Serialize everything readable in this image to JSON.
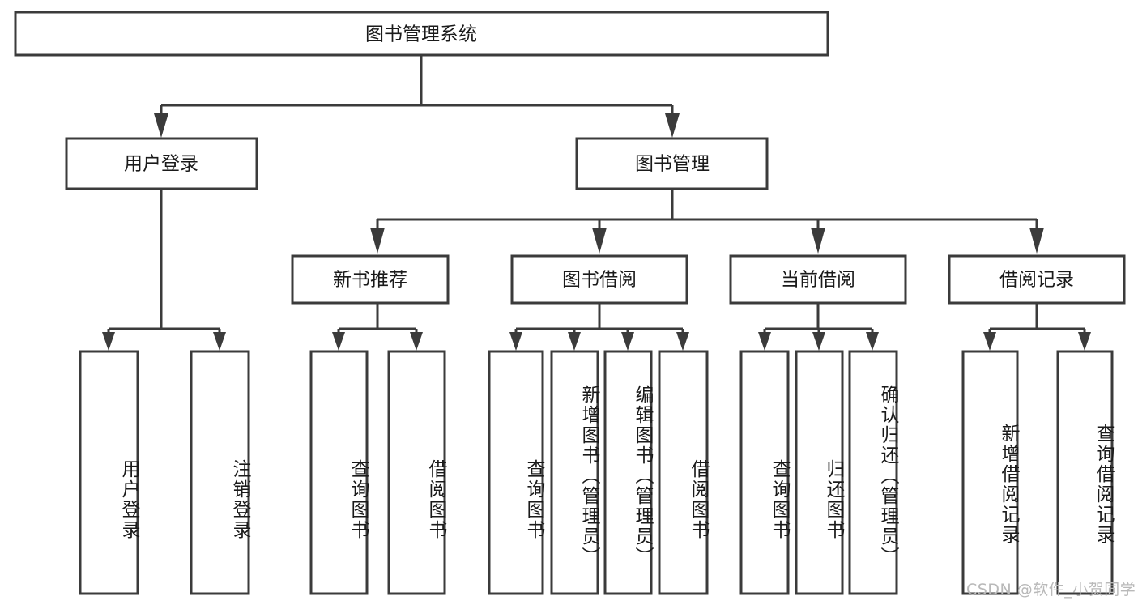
{
  "diagram": {
    "type": "tree-flowchart",
    "title": "图书管理系统",
    "orientation": "top-down",
    "colors": {
      "box_stroke": "#3b3b3b",
      "box_fill": "#ffffff",
      "text": "#1a1a1a",
      "background": "#ffffff",
      "watermark": "#b9b9b9"
    },
    "root": {
      "label": "图书管理系统"
    },
    "level2": [
      {
        "label": "用户登录"
      },
      {
        "label": "图书管理"
      }
    ],
    "level3": [
      {
        "label": "新书推荐"
      },
      {
        "label": "图书借阅"
      },
      {
        "label": "当前借阅"
      },
      {
        "label": "借阅记录"
      }
    ],
    "leaves": {
      "user_login": [
        {
          "label": "用户登录"
        },
        {
          "label": "注销登录"
        }
      ],
      "new_book_recommend": [
        {
          "label": "查询图书"
        },
        {
          "label": "借阅图书"
        }
      ],
      "book_borrow": [
        {
          "label": "查询图书"
        },
        {
          "label": "新增图书（管理员）"
        },
        {
          "label": "编辑图书（管理员）"
        },
        {
          "label": "借阅图书"
        }
      ],
      "current_borrow": [
        {
          "label": "查询图书"
        },
        {
          "label": "归还图书"
        },
        {
          "label": "确认归还（管理员）"
        }
      ],
      "borrow_record": [
        {
          "label": "新增借阅记录"
        },
        {
          "label": "查询借阅记录"
        }
      ]
    },
    "watermark": "CSDN @软件_小贺同学"
  }
}
